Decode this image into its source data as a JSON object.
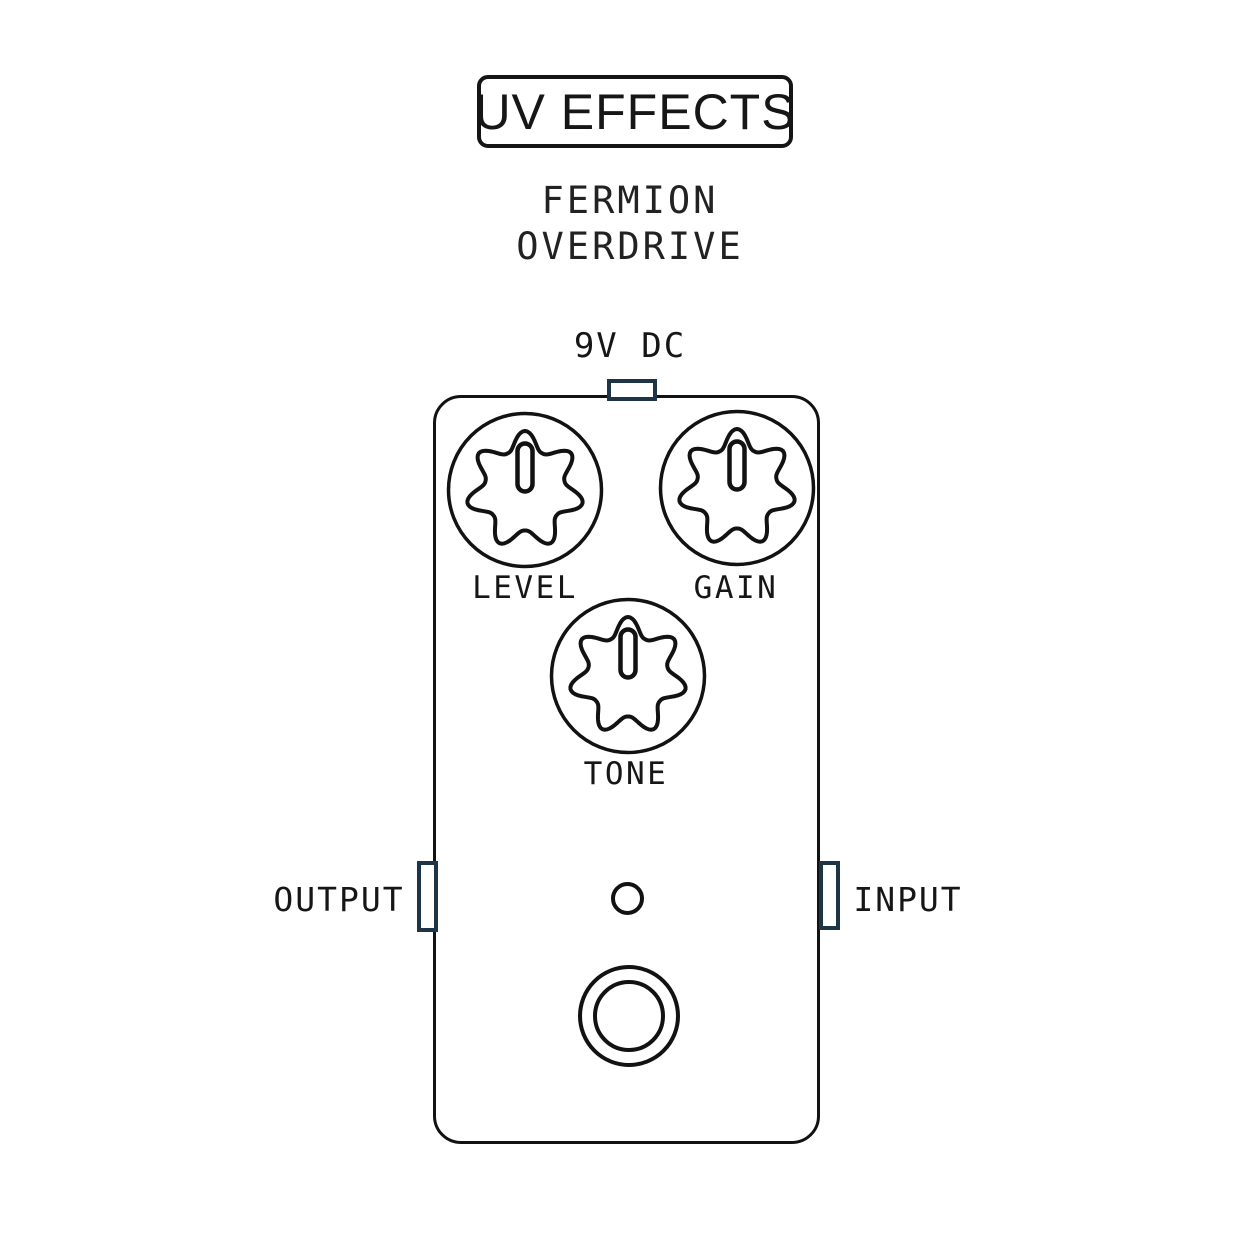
{
  "brand": {
    "logo_text": "UV EFFECTS"
  },
  "model": {
    "line1": "FERMION",
    "line2": "OVERDRIVE",
    "full": "FERMION\nOVERDRIVE"
  },
  "power": {
    "label": "9V DC"
  },
  "knobs": [
    {
      "id": "level",
      "label": "LEVEL"
    },
    {
      "id": "gain",
      "label": "GAIN"
    },
    {
      "id": "tone",
      "label": "TONE"
    }
  ],
  "jacks": {
    "output_label": "OUTPUT",
    "input_label": "INPUT"
  },
  "colors": {
    "line": "#121212",
    "jack_accent": "#1d3547",
    "background": "#ffffff",
    "text": "#161616"
  }
}
